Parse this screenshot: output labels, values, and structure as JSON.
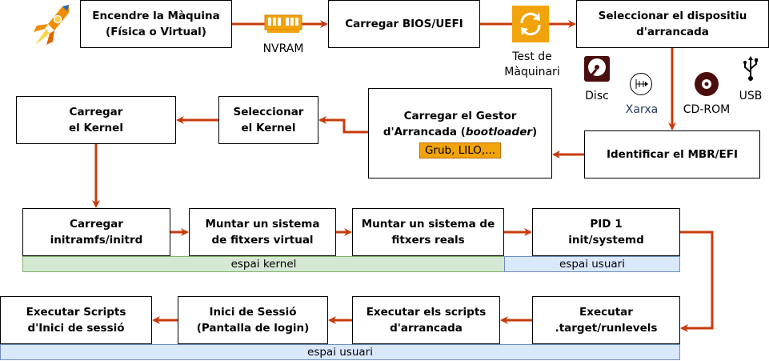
{
  "steps": {
    "power_on": [
      "Encendre la Màquina",
      "(Física o Virtual)"
    ],
    "bios": [
      "Carregar BIOS/UEFI"
    ],
    "select_device": [
      "Seleccionar el dispositiu",
      "d'arrancada"
    ],
    "identify_mbr": [
      "Identificar el MBR/EFI"
    ],
    "bootloader": {
      "line1": "Carregar el Gestor",
      "line2_prefix": "d'Arrancada (",
      "line2_italic": "bootloader",
      "line2_suffix": ")",
      "tag": "Grub, LILO,..."
    },
    "select_kernel": [
      "Seleccionar",
      "el Kernel"
    ],
    "load_kernel": [
      "Carregar",
      "el Kernel"
    ],
    "initramfs": [
      "Carregar",
      "initramfs/initrd"
    ],
    "virtual_fs": [
      "Muntar un sistema",
      "de fitxers virtual"
    ],
    "real_fs": [
      "Muntar un sistema de",
      "fitxers reals"
    ],
    "pid1": [
      "PID 1",
      "init/systemd"
    ],
    "target": [
      "Executar",
      ".target/runlevels"
    ],
    "boot_scripts": [
      "Executar els scripts",
      "d'arrancada"
    ],
    "login": [
      "Inici de Sessió",
      "(Pantalla de login)"
    ],
    "login_scripts": [
      "Executar Scripts",
      "d'Inici de sessió"
    ]
  },
  "labels": {
    "nvram": "NVRAM",
    "hw_test": [
      "Test de",
      "Màquinari"
    ],
    "disc": "Disc",
    "network": "Xarxa",
    "cdrom": "CD-ROM",
    "usb": "USB"
  },
  "bands": {
    "kernel_space": "espai kernel",
    "user_space_row3": "espai usuari",
    "user_space_row4": "espai usuari"
  },
  "colors": {
    "arrow": "#c73b0c",
    "accent": "#f0a30a",
    "kernel": "#d5e8d4",
    "user": "#dae8fc"
  }
}
